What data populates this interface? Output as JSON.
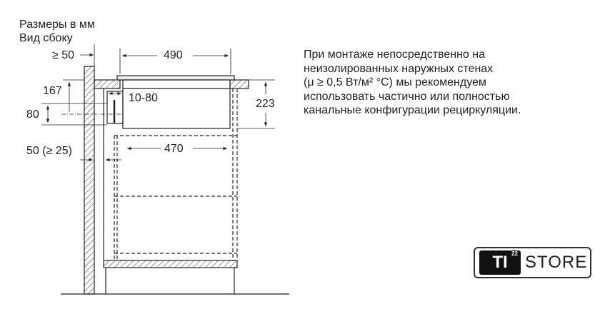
{
  "header": {
    "units": "Размеры в мм",
    "view": "Вид сбоку"
  },
  "dimensions": {
    "wall_gap": "≥ 50",
    "hob_width": "490",
    "unit_width": "470",
    "height": "223",
    "offset": "167",
    "duct": "80",
    "duct_gap": "10-80",
    "rear_gap": "50 (≥ 25)"
  },
  "note": {
    "lines": [
      "При монтаже непосредственно на",
      "неизолированных наружных стенах",
      "(μ ≥ 0,5 Вт/м² °C) мы рекомендуем",
      "использовать частично или полностью",
      "канальные конфигурации рециркуляции."
    ]
  },
  "logo": {
    "mark": "TI",
    "sup": "22",
    "text": "STORE"
  }
}
